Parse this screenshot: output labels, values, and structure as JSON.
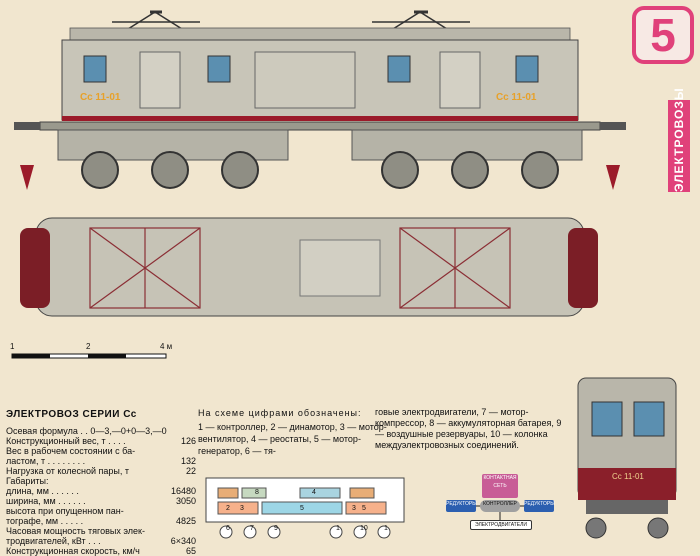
{
  "badge": {
    "number": "5"
  },
  "side_tab": {
    "label": "ЭЛЕКТРОВОЗЫ"
  },
  "locomotive": {
    "side_label_left": "Сс 11-01",
    "side_label_right": "Сс 11-01",
    "front_label": "Сс 11-01"
  },
  "scale": {
    "ticks": [
      "1",
      "2",
      "4 м"
    ]
  },
  "spec": {
    "title": "ЭЛЕКТРОВОЗ СЕРИИ Сс",
    "rows": [
      {
        "label": "Осевая формула . . 0—3,—0+0—3,—0",
        "value": ""
      },
      {
        "label": "Конструкционный вес, т . . . .",
        "value": "126"
      },
      {
        "label": "Вес в рабочем состоянии с ба-",
        "value": ""
      },
      {
        "label": "ластом, т . . . . . . . .",
        "value": "132"
      },
      {
        "label": "Нагрузка от колесной пары, т",
        "value": "22"
      },
      {
        "label": "Габариты:",
        "value": ""
      },
      {
        "label": "длина, мм . . . . . .",
        "value": "16480"
      },
      {
        "label": "ширина, мм . . . . . .",
        "value": "3050"
      },
      {
        "label": "высота при опущенном пан-",
        "value": ""
      },
      {
        "label": "тографе, мм . . . . .",
        "value": "4825"
      },
      {
        "label": "Часовая мощность тяговых элек-",
        "value": ""
      },
      {
        "label": "тродвигателей, кВт . . .",
        "value": "6×340"
      },
      {
        "label": "Конструкционная скорость, км/ч",
        "value": "65"
      }
    ]
  },
  "legend": {
    "heading": "На схеме цифрами обозначены:",
    "text_left": "1 — контроллер, 2 — динамотор, 3 — мотор-вентилятор, 4 — реостаты, 5 — мотор-генератор, 6 — тя-",
    "text_right": "говые электродвигатели, 7 — мотор-компрессор, 8 — аккумуляторная батарея, 9 — воздушные резервуары, 10 — колонка междуэлектровозных соединений."
  },
  "schematic": {
    "labels": [
      "8",
      "4",
      "2",
      "3",
      "3",
      "5",
      "5",
      "6",
      "7",
      "9",
      "1",
      "10",
      "1"
    ]
  },
  "control": {
    "network": "КОНТАКТНАЯ СЕТЬ",
    "left": "РЕДУКТОРЫ",
    "center": "КОНТРОЛЛЕР",
    "right": "РЕДУКТОРЫ",
    "bottom": "ЭЛЕКТРОДВИГАТЕЛИ"
  },
  "colors": {
    "accent": "#e0417a",
    "body": "#c8c5b8",
    "stripe": "#9b1b2a",
    "glass": "#5b8fb0"
  }
}
